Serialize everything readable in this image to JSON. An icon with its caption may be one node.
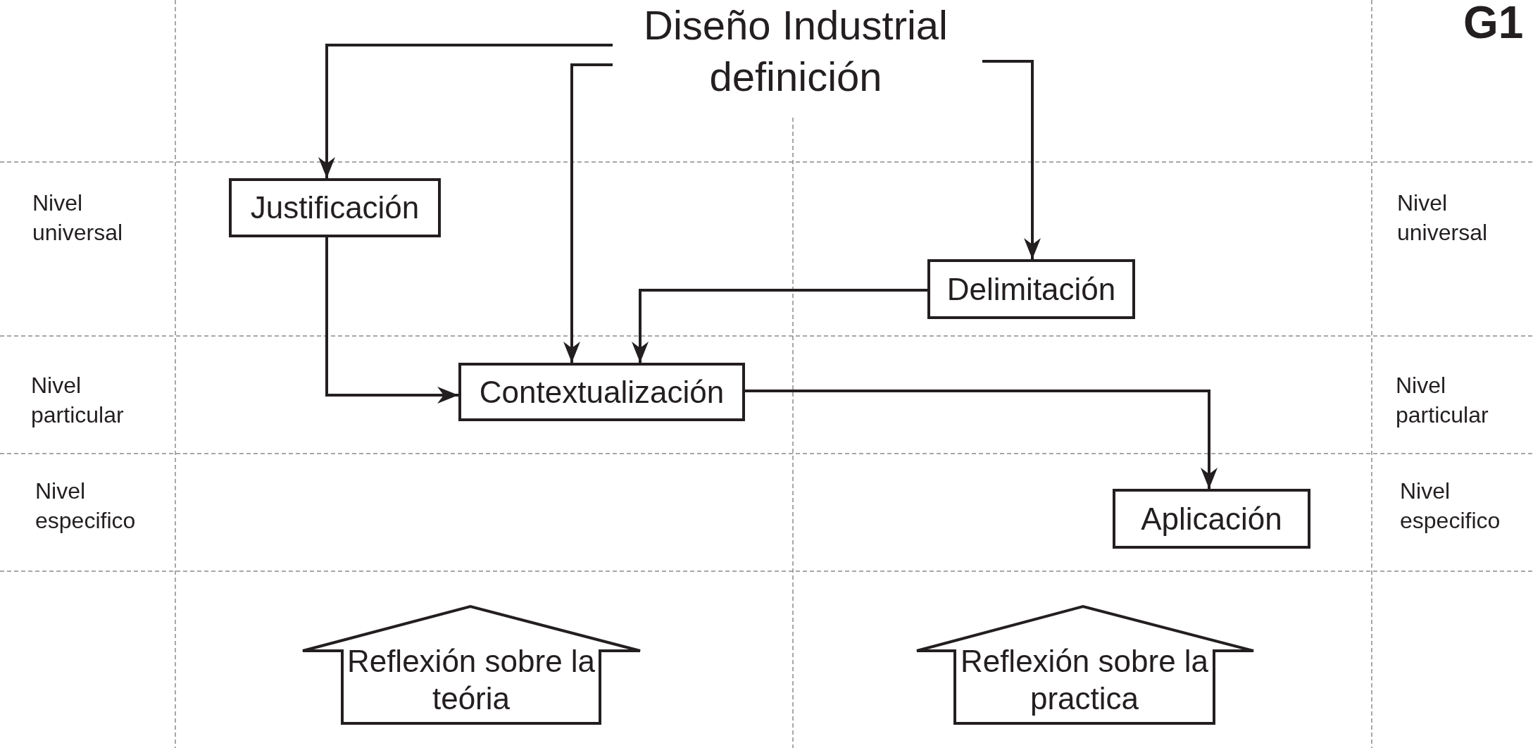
{
  "diagram": {
    "nodes": [
      {
        "text": [
          "Diseño Industrial definición"
        ]
      },
      {
        "text": [
          "Justificación"
        ]
      },
      {
        "text": [
          "Delimitación"
        ]
      },
      {
        "text": [
          "Contextualización"
        ]
      },
      {
        "text": [
          "Aplicación"
        ]
      },
      {
        "text": [
          "Reflexión sobre la teória"
        ]
      },
      {
        "text": [
          "Reflexión sobre la practica"
        ]
      }
    ],
    "edges": [
      {
        "from": 0,
        "to": 1,
        "arrow": "to"
      },
      {
        "from": 0,
        "to": 3,
        "arrow": "to"
      },
      {
        "from": 0,
        "to": 2,
        "arrow": "to"
      },
      {
        "from": 1,
        "to": 3,
        "arrow": "to"
      },
      {
        "from": 2,
        "to": 3,
        "arrow": "to"
      },
      {
        "from": 3,
        "to": 4,
        "arrow": "to"
      }
    ],
    "labels": [
      "G1",
      "Nivel universal",
      "Nivel universal",
      "Nivel particular",
      "Nivel particular",
      "Nivel especifico",
      "Nivel especifico"
    ]
  }
}
